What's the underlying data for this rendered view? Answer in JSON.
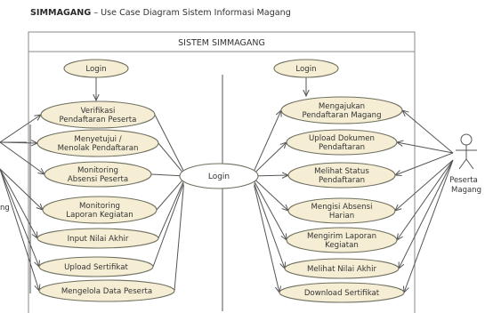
{
  "header": {
    "app": "SIMMAGANG",
    "separator": " – ",
    "subtitle": "Use Case Diagram Sistem Informasi Magang"
  },
  "system": {
    "title": "SISTEM SIMMAGANG"
  },
  "center_usecase": "Login",
  "actors": {
    "left_label": "ng",
    "right_line1": "Peserta",
    "right_line2": "Magang"
  },
  "left_usecases": [
    [
      "Login"
    ],
    [
      "Verifikasi",
      "Pendaftaran Peserta"
    ],
    [
      "Menyetujui /",
      "Menolak Pendaftaran"
    ],
    [
      "Monitoring",
      "Absensi Peserta"
    ],
    [
      "Monitoring",
      "Laporan Kegiatan"
    ],
    [
      "Input Nilai Akhir"
    ],
    [
      "Upload Sertifikat"
    ],
    [
      "Mengelola Data Peserta"
    ]
  ],
  "right_usecases": [
    [
      "Login"
    ],
    [
      "Mengajukan",
      "Pendaftaran Magang"
    ],
    [
      "Upload Dokumen",
      "Pendaftaran"
    ],
    [
      "Melihat Status",
      "Pendaftaran"
    ],
    [
      "Mengisi Absensi",
      "Harian"
    ],
    [
      "Mengirim Laporan",
      "Kegiatan"
    ],
    [
      "Melihat Nilai Akhir"
    ],
    [
      "Download Sertifikat"
    ]
  ],
  "colors": {
    "usecase_fill": "#f5eed4",
    "usecase_stroke": "#6f6f5f",
    "center_fill": "#ffffff",
    "line": "#555555",
    "boundary": "#8a8a8a"
  }
}
